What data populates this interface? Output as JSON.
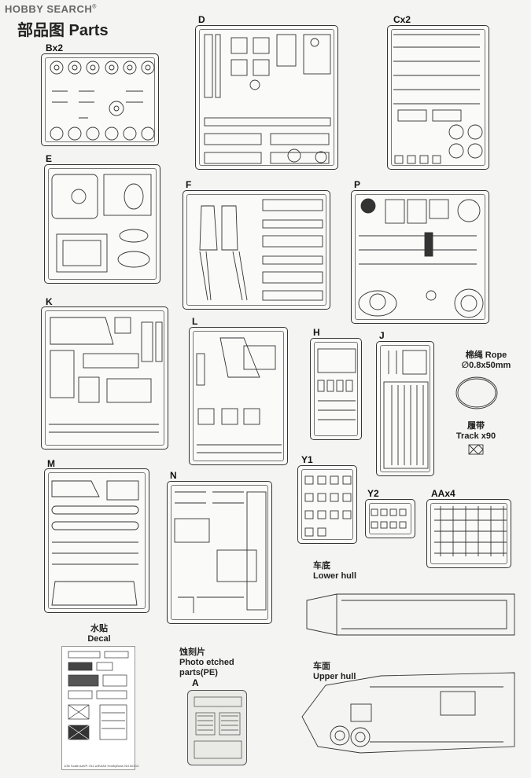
{
  "header": {
    "logo": "HOBBY SEARCH",
    "logo_mark": "®",
    "title": "部品图  Parts"
  },
  "sprues": [
    {
      "id": "B",
      "label": "Bx2"
    },
    {
      "id": "D",
      "label": "D"
    },
    {
      "id": "C",
      "label": "Cx2"
    },
    {
      "id": "E",
      "label": "E"
    },
    {
      "id": "F",
      "label": "F"
    },
    {
      "id": "P",
      "label": "P"
    },
    {
      "id": "K",
      "label": "K"
    },
    {
      "id": "L",
      "label": "L"
    },
    {
      "id": "H",
      "label": "H"
    },
    {
      "id": "J",
      "label": "J"
    },
    {
      "id": "M",
      "label": "M"
    },
    {
      "id": "N",
      "label": "N"
    },
    {
      "id": "Y1",
      "label": "Y1"
    },
    {
      "id": "Y2",
      "label": "Y2"
    },
    {
      "id": "AA",
      "label": "AAx4"
    }
  ],
  "accessories": {
    "rope_cn": "棉绳 Rope",
    "rope_size": "∅0.8x50mm",
    "track_cn": "履带",
    "track": "Track x90"
  },
  "hull": {
    "lower_cn": "车底",
    "lower": "Lower hull",
    "upper_cn": "车面",
    "upper": "Upper hull"
  },
  "decal": {
    "cn": "水贴",
    "en": "Decal",
    "footer": "1/35 Scale  AAVP-7A1 w/EAAK   HobbyBoss NO.82413"
  },
  "pe": {
    "cn": "蚀刻片",
    "en": "Photo etched parts(PE)",
    "letter": "A"
  }
}
